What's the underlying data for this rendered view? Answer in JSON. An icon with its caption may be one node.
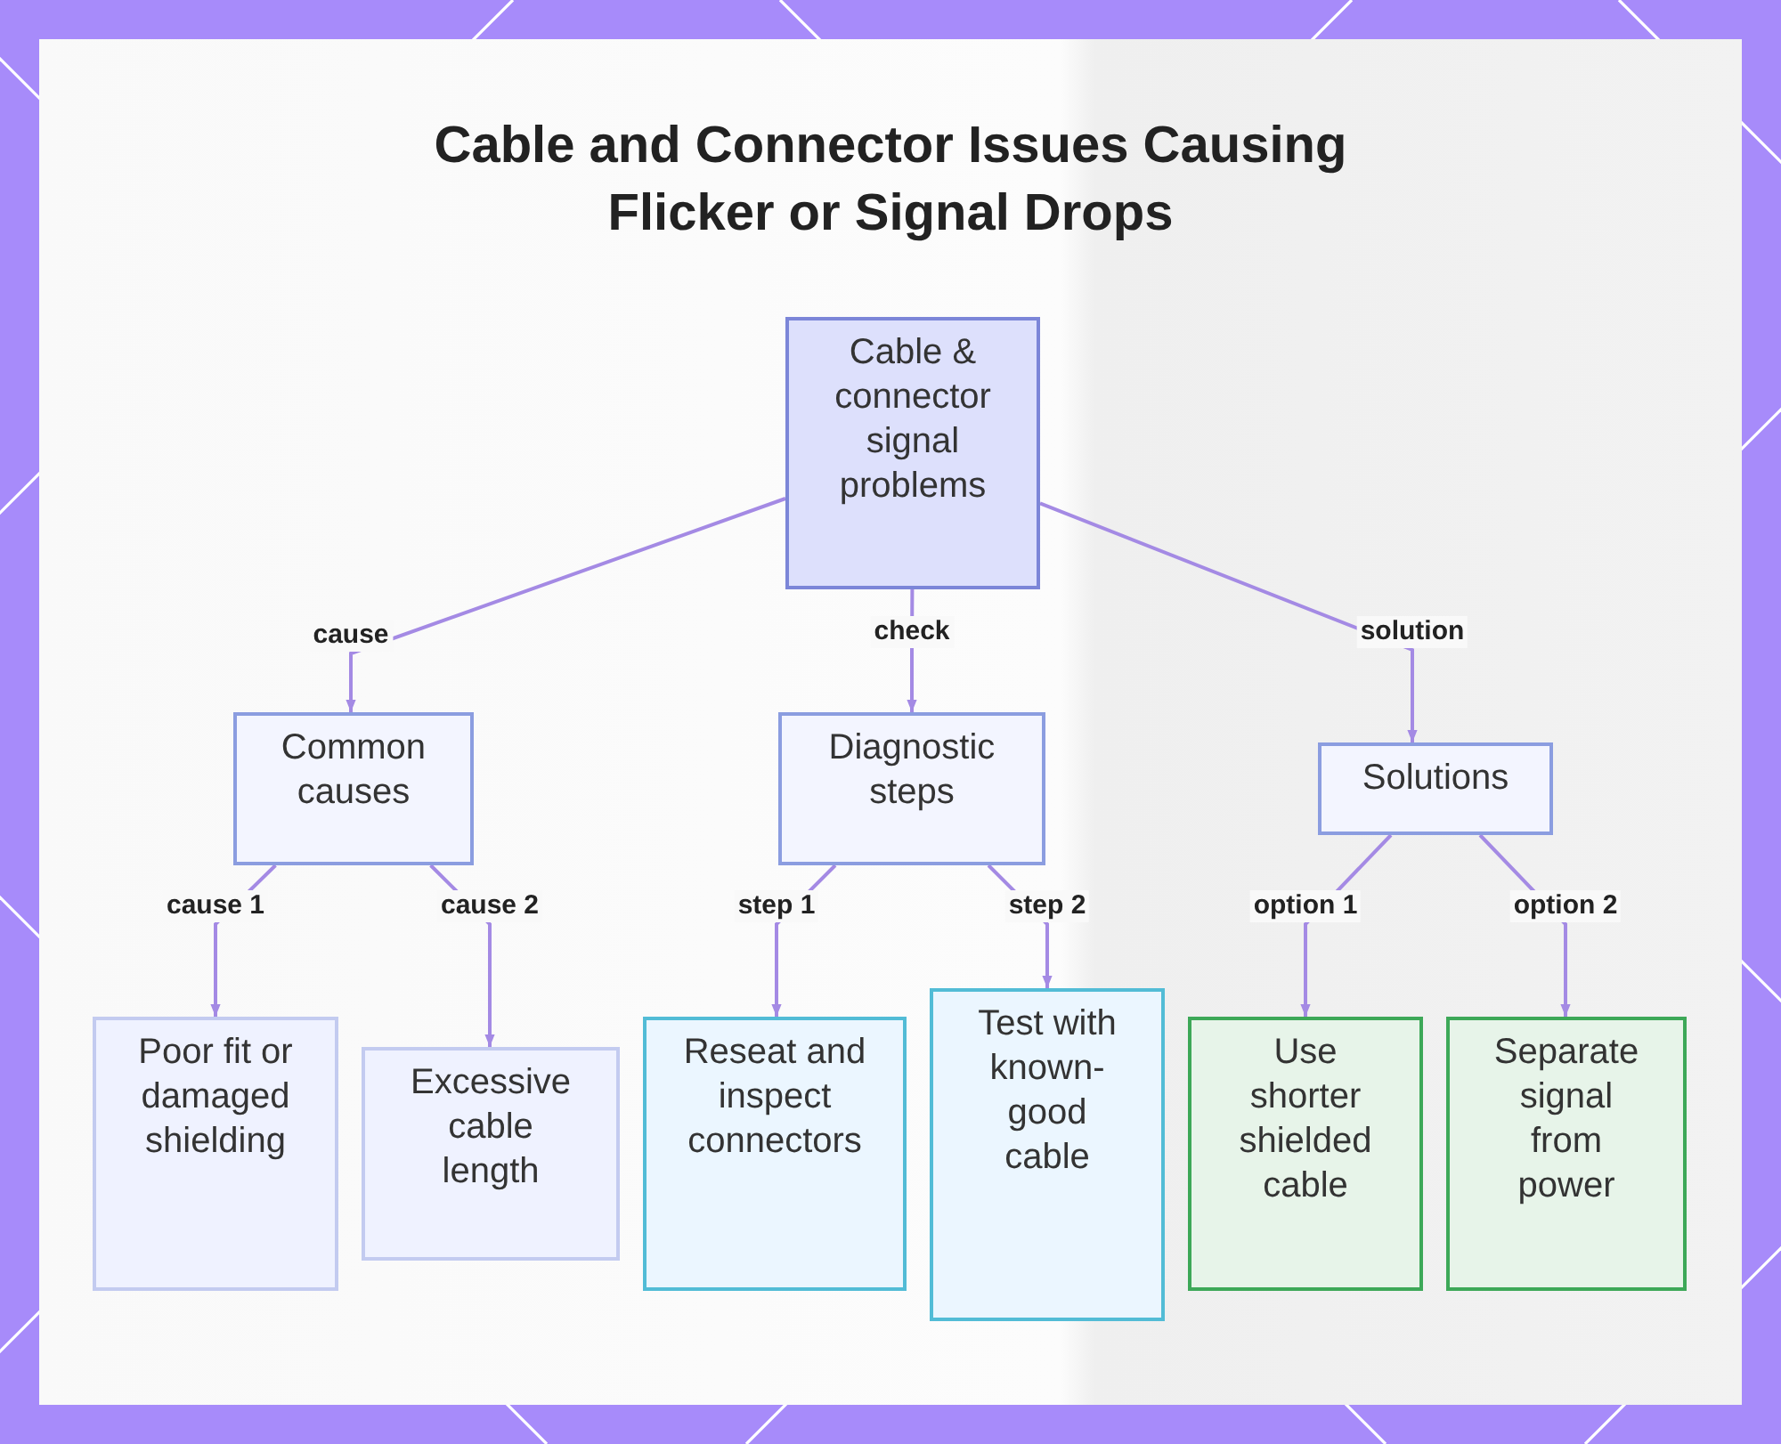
{
  "diagram": {
    "title": "Cable and Connector Issues Causing Flicker or Signal Drops",
    "nodes": [
      {
        "text": [
          "Cable & connector signal problems"
        ]
      },
      {
        "text": [
          "Common causes"
        ]
      },
      {
        "text": [
          "Diagnostic steps"
        ]
      },
      {
        "text": [
          "Solutions"
        ]
      },
      {
        "text": [
          "Poor fit or damaged shielding"
        ]
      },
      {
        "text": [
          "Excessive cable length"
        ]
      },
      {
        "text": [
          "Reseat and inspect connectors"
        ]
      },
      {
        "text": [
          "Test with known-good cable"
        ]
      },
      {
        "text": [
          "Use shorter shielded cable"
        ]
      },
      {
        "text": [
          "Separate signal from power"
        ]
      }
    ],
    "edges": [
      {
        "from": 0,
        "to": 1,
        "arrow": "to",
        "label": "cause"
      },
      {
        "from": 0,
        "to": 2,
        "arrow": "to",
        "label": "check"
      },
      {
        "from": 0,
        "to": 3,
        "arrow": "to",
        "label": "solution"
      },
      {
        "from": 1,
        "to": 4,
        "arrow": "to",
        "label": "cause 1"
      },
      {
        "from": 1,
        "to": 5,
        "arrow": "to",
        "label": "cause 2"
      },
      {
        "from": 2,
        "to": 6,
        "arrow": "to",
        "label": "step 1"
      },
      {
        "from": 2,
        "to": 7,
        "arrow": "to",
        "label": "step 2"
      },
      {
        "from": 3,
        "to": 8,
        "arrow": "to",
        "label": "option 1"
      },
      {
        "from": 3,
        "to": 9,
        "arrow": "to",
        "label": "option 2"
      }
    ]
  }
}
